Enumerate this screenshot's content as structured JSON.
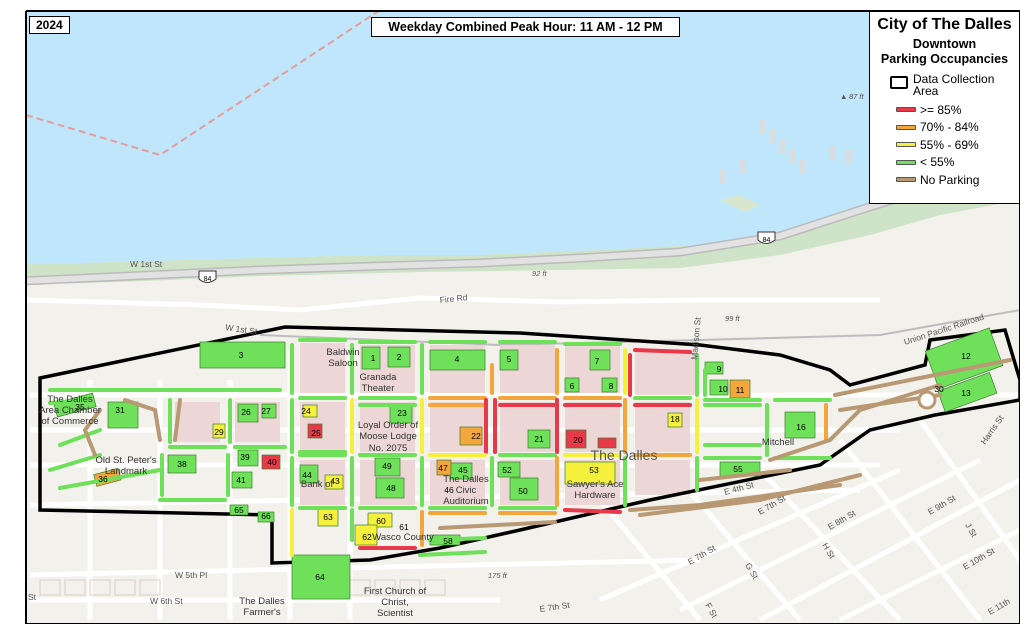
{
  "year": "2024",
  "title": "Weekday Combined Peak Hour: 11 AM - 12 PM",
  "legend": {
    "city": "City of The Dalles",
    "subtitle1": "Downtown",
    "subtitle2": "Parking Occupancies",
    "collection_area_1": "Data Collection",
    "collection_area_2": "Area",
    "items": [
      {
        "label": ">= 85%",
        "color": "#e8394b"
      },
      {
        "label": "70% - 84%",
        "color": "#f2a63c"
      },
      {
        "label": "55% - 69%",
        "color": "#f4f03c"
      },
      {
        "label": "< 55%",
        "color": "#6fe05a"
      },
      {
        "label": "No Parking",
        "color": "#b99874"
      }
    ]
  },
  "street_labels": {
    "w1st_upper": "W 1st St",
    "w1st_lower": "W 1st St",
    "fire_rd": "Fire Rd",
    "union_pacific": "Union Pacific Railroad",
    "madison": "Madison St",
    "harris": "Harris St",
    "e4th": "E 4th St",
    "e7th_a": "E 7th St",
    "e7th_b": "E 7th St",
    "e8th": "E 8th St",
    "e9th": "E 9th St",
    "e10th": "E 10th St",
    "e11th": "E 11th",
    "g_st": "G St",
    "h_st": "H St",
    "j_st": "J St",
    "f_st": "F St",
    "w5th": "W 5th Pl",
    "w6th": "W 6th St",
    "st": "St",
    "the_dalles": "The Dalles"
  },
  "spot_heights": [
    "87 ft",
    "92 ft",
    "99 ft",
    "175 ft"
  ],
  "highway_shield": "84",
  "poi": {
    "baldwin": "Baldwin Saloon",
    "granada": "Granada Theater",
    "moose": "Loyal Order of Moose Lodge No. 2075",
    "civic": "The Dalles Civic Auditorium",
    "sawyers": "Sawyer's Ace Hardware",
    "old_st_mary": "Old St. Peter's Landmark",
    "area_chamber": "The Dalles Area Chamber of Commerce",
    "bank": "Bank of",
    "church": "First Church of Christ, Scientist",
    "market": "The Dalles Farmer's Market",
    "county": "Wasco County",
    "mitchell": "Mitchell"
  },
  "lots": [
    "1",
    "3",
    "4",
    "5",
    "6",
    "7",
    "8",
    "9",
    "10",
    "11",
    "12",
    "13",
    "16",
    "18",
    "20",
    "21",
    "22",
    "23",
    "24",
    "25",
    "26",
    "27",
    "29",
    "30",
    "31",
    "35",
    "36",
    "38",
    "39",
    "40",
    "41",
    "43",
    "44",
    "45",
    "46",
    "47",
    "48",
    "49",
    "50",
    "52",
    "53",
    "55",
    "58",
    "60",
    "61",
    "62",
    "63",
    "64",
    "65",
    "66"
  ]
}
